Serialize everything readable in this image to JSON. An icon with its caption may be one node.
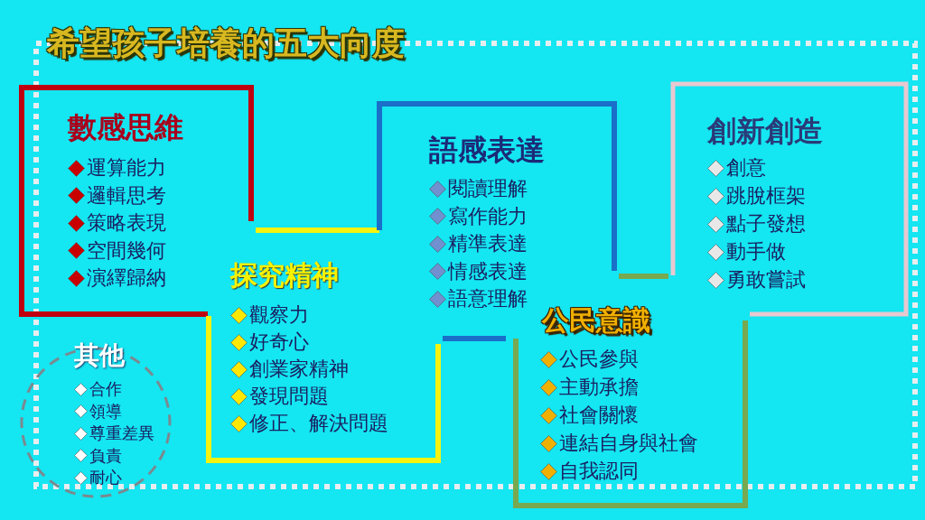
{
  "diagram": {
    "title": "希望孩子培養的五大向度",
    "nodes": [
      {
        "text": [
          "數感思維",
          "運算能力",
          "邏輯思考",
          "策略表現",
          "空間幾何",
          "演繹歸納"
        ]
      },
      {
        "text": [
          "探究精神",
          "觀察力",
          "好奇心",
          "創業家精神",
          "發現問題",
          "修正、解決問題"
        ]
      },
      {
        "text": [
          "語感表達",
          "閱讀理解",
          "寫作能力",
          "精準表達",
          "情感表達",
          "語意理解"
        ]
      },
      {
        "text": [
          "公民意識",
          "公民參與",
          "主動承擔",
          "社會關懷",
          "連結自身與社會",
          "自我認同"
        ]
      },
      {
        "text": [
          "創新創造",
          "創意",
          "跳脫框架",
          "點子發想",
          "動手做",
          "勇敢嘗試"
        ]
      },
      {
        "text": [
          "其他",
          "合作",
          "領導",
          "尊重差異",
          "負責",
          "耐心"
        ]
      }
    ]
  }
}
